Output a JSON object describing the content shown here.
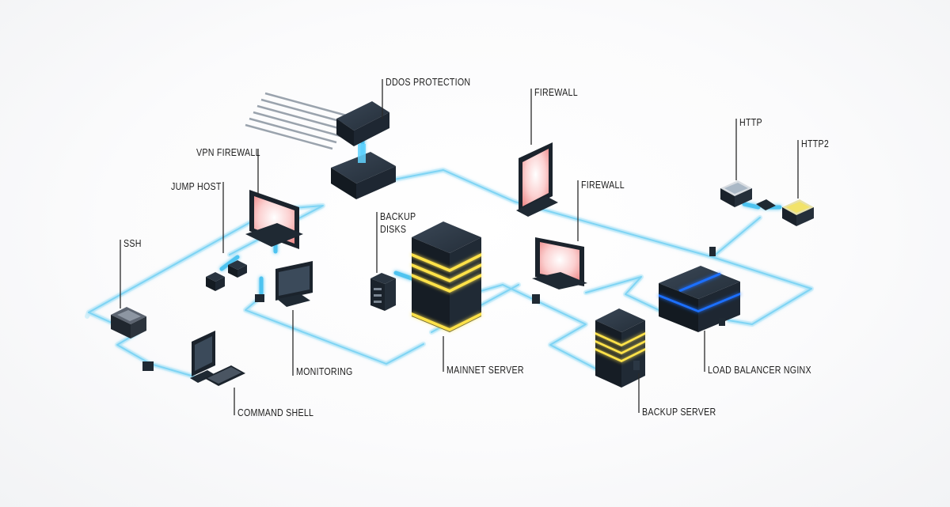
{
  "labels": {
    "ddos": "DDOS PROTECTION",
    "firewall_top": "FIREWALL",
    "http": "HTTP",
    "http2": "HTTP2",
    "vpn_firewall": "VPN FIREWALL",
    "jump_host": "JUMP HOST",
    "firewall_mid": "FIREWALL",
    "backup_disks_l1": "BACKUP",
    "backup_disks_l2": "DISKS",
    "ssh": "SSH",
    "monitoring": "MONITORING",
    "mainnet_server": "MAINNET SERVER",
    "load_balancer": "LOAD BALANCER NGINX",
    "command_shell": "COMMAND SHELL",
    "backup_server": "BACKUP SERVER"
  },
  "colors": {
    "cable": "#7fd4f4",
    "device_dark": "#1c2530",
    "device_top": "#2b3744",
    "screen_glow": "#f6b0b0",
    "server_led": "#ffe24a",
    "lb_led": "#1e6fff"
  }
}
